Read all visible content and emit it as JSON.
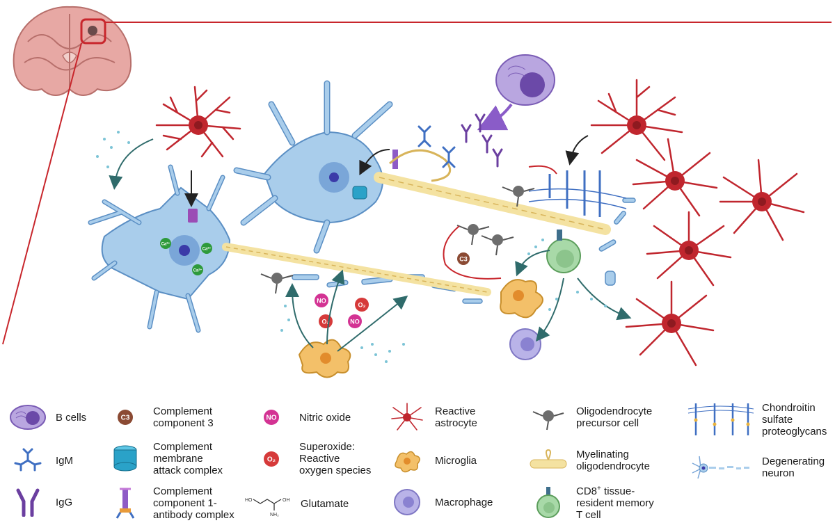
{
  "colors": {
    "neuron": "#a9cdeb",
    "neuron_edge": "#5b8fc4",
    "astrocyte": "#c0262e",
    "microglia": "#f3c069",
    "macrophage": "#b9b3e8",
    "bcell": "#9a83cc",
    "tcell": "#a8d9a8",
    "myelin": "#f4e2a1",
    "igm": "#3f6fc2",
    "igg": "#6b3fa0",
    "ros": "#d63a3a",
    "no": "#d33393",
    "c3": "#8b4a33",
    "brain": "#e7a8a4",
    "highlight_line": "#c8262c"
  },
  "scene_labels": {
    "ca": "Ca²⁺",
    "c3": "C3",
    "no": "NO",
    "o2": "O₂"
  },
  "legend": {
    "b_cells": "B cells",
    "igm": "IgM",
    "igg": "IgG",
    "c3": "Complement\ncomponent 3",
    "mac": "Complement\nmembrane\nattack complex",
    "c1": "Complement\ncomponent 1-\nantibody complex",
    "no": "Nitric oxide",
    "superoxide": "Superoxide:\nReactive\noxygen species",
    "glutamate": "Glutamate",
    "reactive_astrocyte": "Reactive\nastrocyte",
    "microglia": "Microglia",
    "macrophage": "Macrophage",
    "opc": "Oligodendrocyte\nprecursor cell",
    "myelinating": "Myelinating\noligodendrocyte",
    "cd8_line1": "CD8",
    "cd8_sup": "+",
    "cd8_rest": " tissue-\nresident memory\nT cell",
    "cspg": "Chondroitin\nsulfate\nproteoglycans",
    "degenerating": "Degenerating\nneuron"
  },
  "icon_labels": {
    "c3": "C3",
    "no": "NO",
    "o2": "O₂",
    "glu_ho": "HO",
    "glu_oh": "OH",
    "glu_nh2": "NH₂"
  }
}
